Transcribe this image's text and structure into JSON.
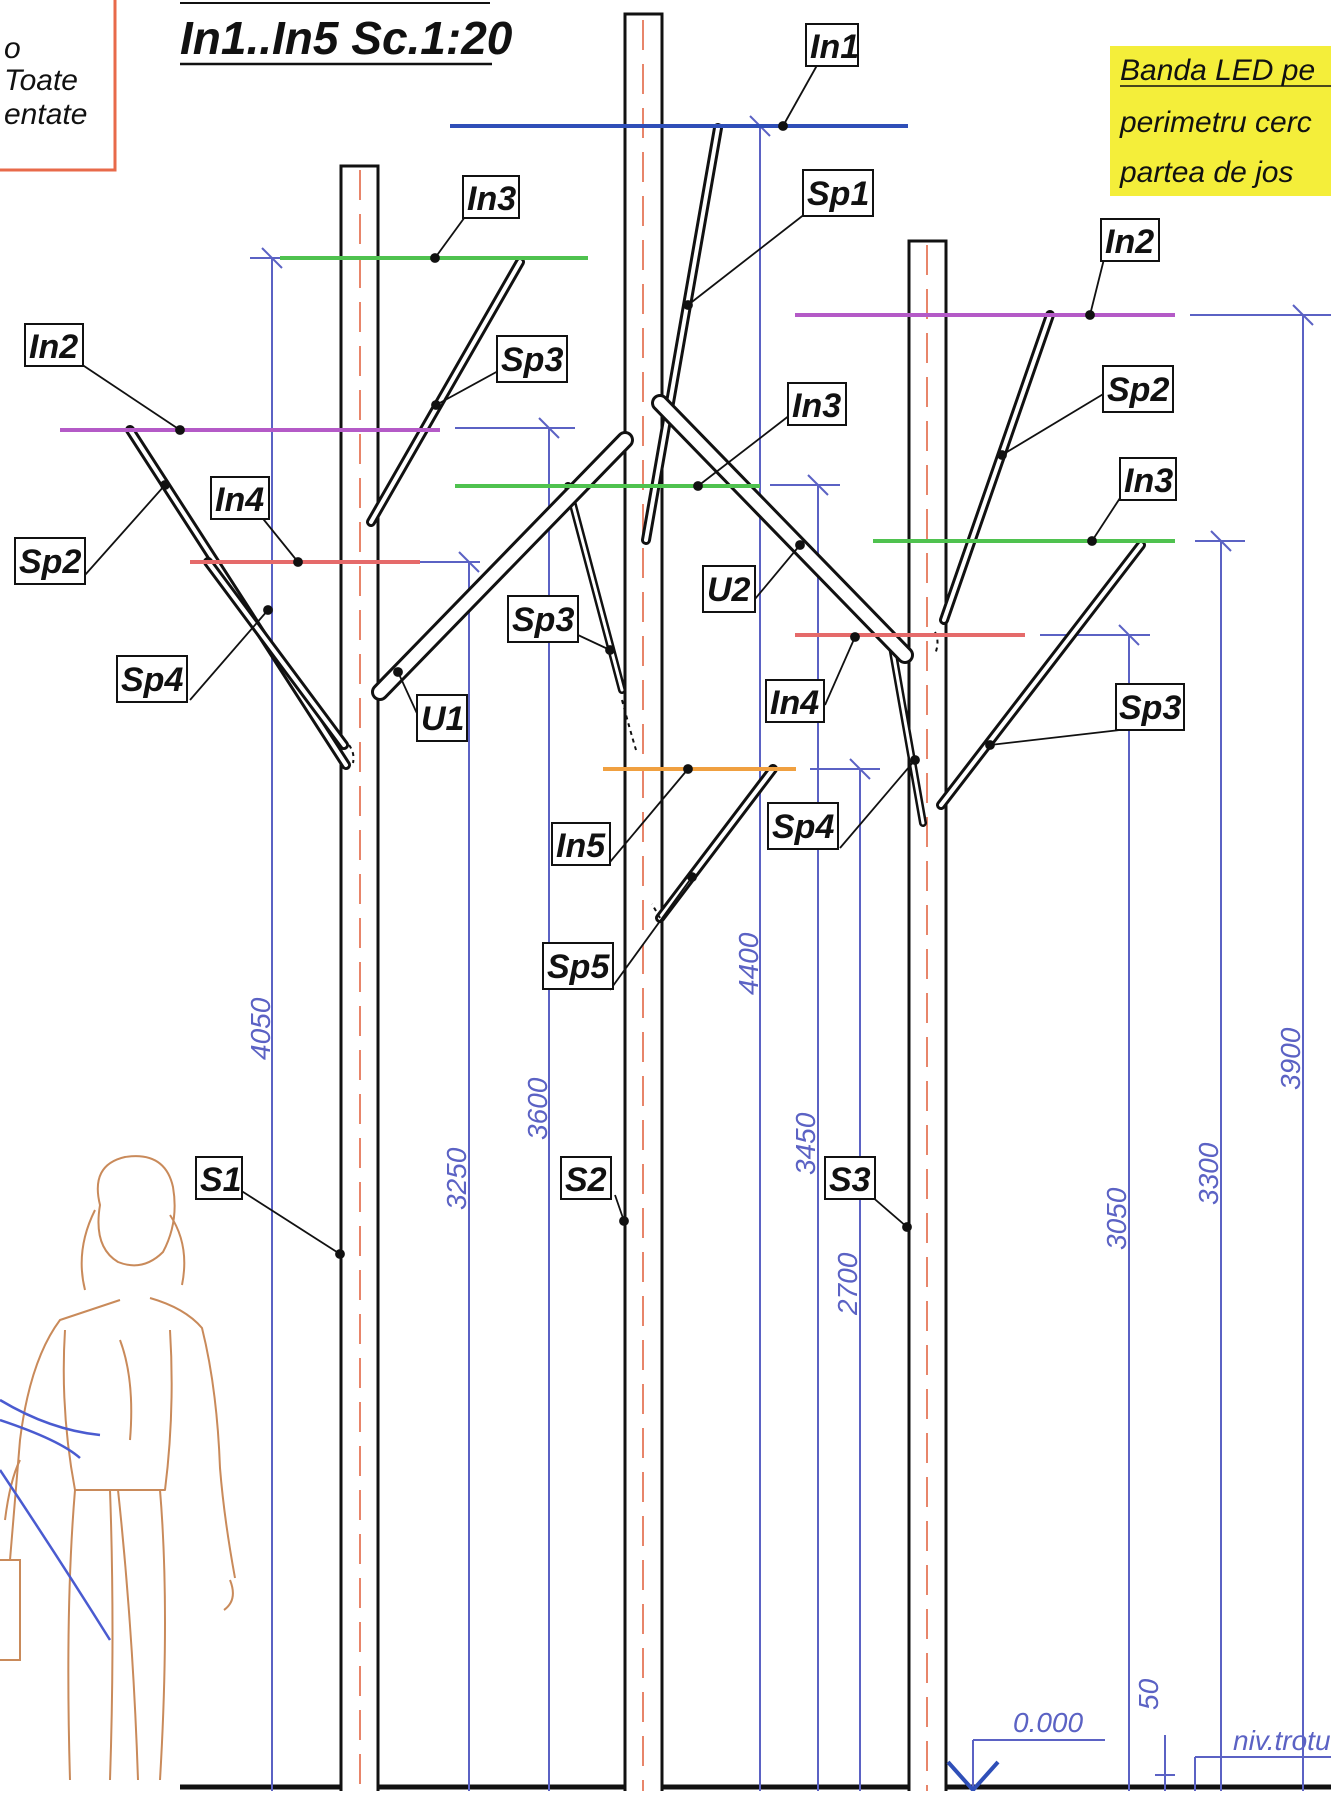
{
  "colors": {
    "ink": "#111111",
    "dimension": "#5b62c4",
    "axis_dash": "#e8856a",
    "level_In1": "#2f4fb8",
    "level_In2": "#b45ac7",
    "level_In3": "#4fc24f",
    "level_In4": "#e56a6a",
    "level_In5": "#f0a040",
    "note_box_border": "#e86a4a",
    "led_note_bg": "#f4ee3a",
    "figure": "#c98a5a"
  },
  "title": "In1..In5 Sc.1:20",
  "legend_box_lines": [
    "o",
    "Toate",
    "entate"
  ],
  "led_note_lines": [
    "Banda LED pe",
    "perimetru cerc",
    "partea de jos"
  ],
  "tags": {
    "in1": "In1",
    "sp1": "Sp1",
    "in3_top": "In3",
    "in2_right": "In2",
    "in2_left": "In2",
    "sp3_left": "Sp3",
    "in3_mid": "In3",
    "sp2_right": "Sp2",
    "in3_right": "In3",
    "in4_left": "In4",
    "sp2_left": "Sp2",
    "u2": "U2",
    "sp3_mid": "Sp3",
    "sp4_left": "Sp4",
    "u1": "U1",
    "in4_mid": "In4",
    "sp3_right": "Sp3",
    "in5": "In5",
    "sp4_right": "Sp4",
    "sp5": "Sp5",
    "s1": "S1",
    "s2": "S2",
    "s3": "S3"
  },
  "dimensions": {
    "d4050": "4050",
    "d3250": "3250",
    "d3600": "3600",
    "d4400": "4400",
    "d3450": "3450",
    "d2700": "2700",
    "d3050": "3050",
    "d3300": "3300",
    "d3900": "3900",
    "d50": "50"
  },
  "level_mark": "0.000",
  "ground_note": "niv.trotuar"
}
